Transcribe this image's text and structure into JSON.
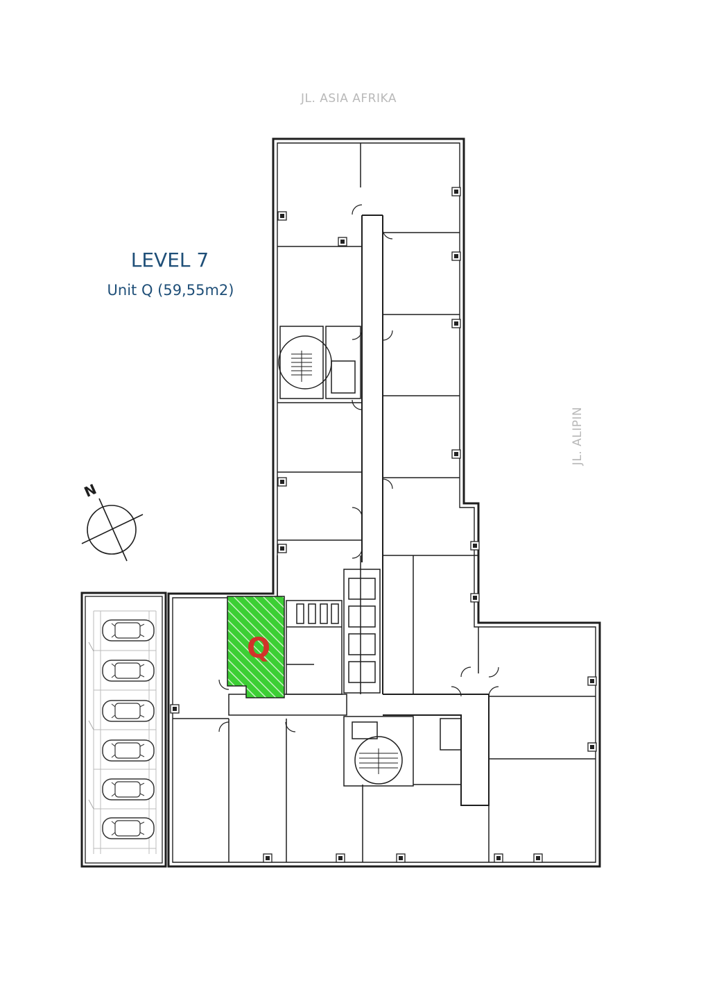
{
  "streets": {
    "north": "JL. ASIA AFRIKA",
    "east": "JL. ALIPIN"
  },
  "heading": {
    "level": "LEVEL 7",
    "unit": "Unit Q  (59,55m2)"
  },
  "compass": {
    "label": "N"
  },
  "highlight": {
    "unit_letter": "Q",
    "fill_color": "#3ccf34",
    "letter_color": "#d2332a"
  },
  "colors": {
    "heading": "#1f4f78",
    "street_label": "#b9b9b9",
    "walls": "#1e1e1e"
  },
  "parking": {
    "cars_shown": 6
  }
}
